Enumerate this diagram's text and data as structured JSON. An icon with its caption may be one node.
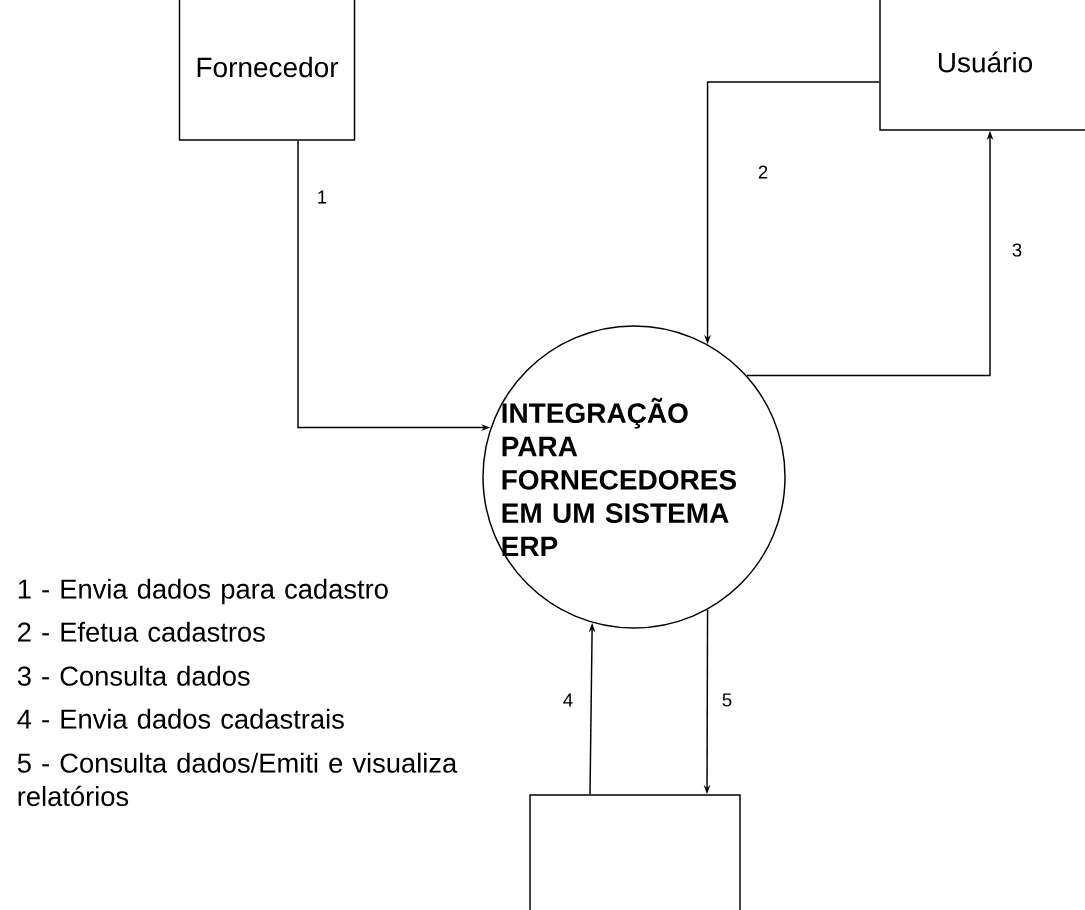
{
  "diagram": {
    "nodes": [
      {
        "text": [
          "Fornecedor"
        ]
      },
      {
        "text": [
          "Usuário"
        ]
      },
      {
        "text": [
          "INTEGRAÇÃO PARA FORNECEDORES EM UM SISTEMA ERP"
        ]
      },
      {
        "text": [],
        "shape": "box"
      }
    ],
    "edges": [
      {
        "from": 0,
        "to": 2,
        "arrow": "to",
        "label": "1"
      },
      {
        "from": 1,
        "to": 2,
        "arrow": "to",
        "label": "2"
      },
      {
        "from": 2,
        "to": 1,
        "arrow": "to",
        "label": "3"
      },
      {
        "from": 3,
        "to": 2,
        "arrow": "to",
        "label": "4"
      },
      {
        "from": 2,
        "to": 3,
        "arrow": "to",
        "label": "5"
      }
    ],
    "labels": [
      "1 - Envia dados para cadastro",
      "2 - Efetua cadastros",
      "3 - Consulta dados",
      "4 - Envia dados cadastrais",
      "5 - Consulta dados/Emiti e visualiza relatórios"
    ]
  }
}
